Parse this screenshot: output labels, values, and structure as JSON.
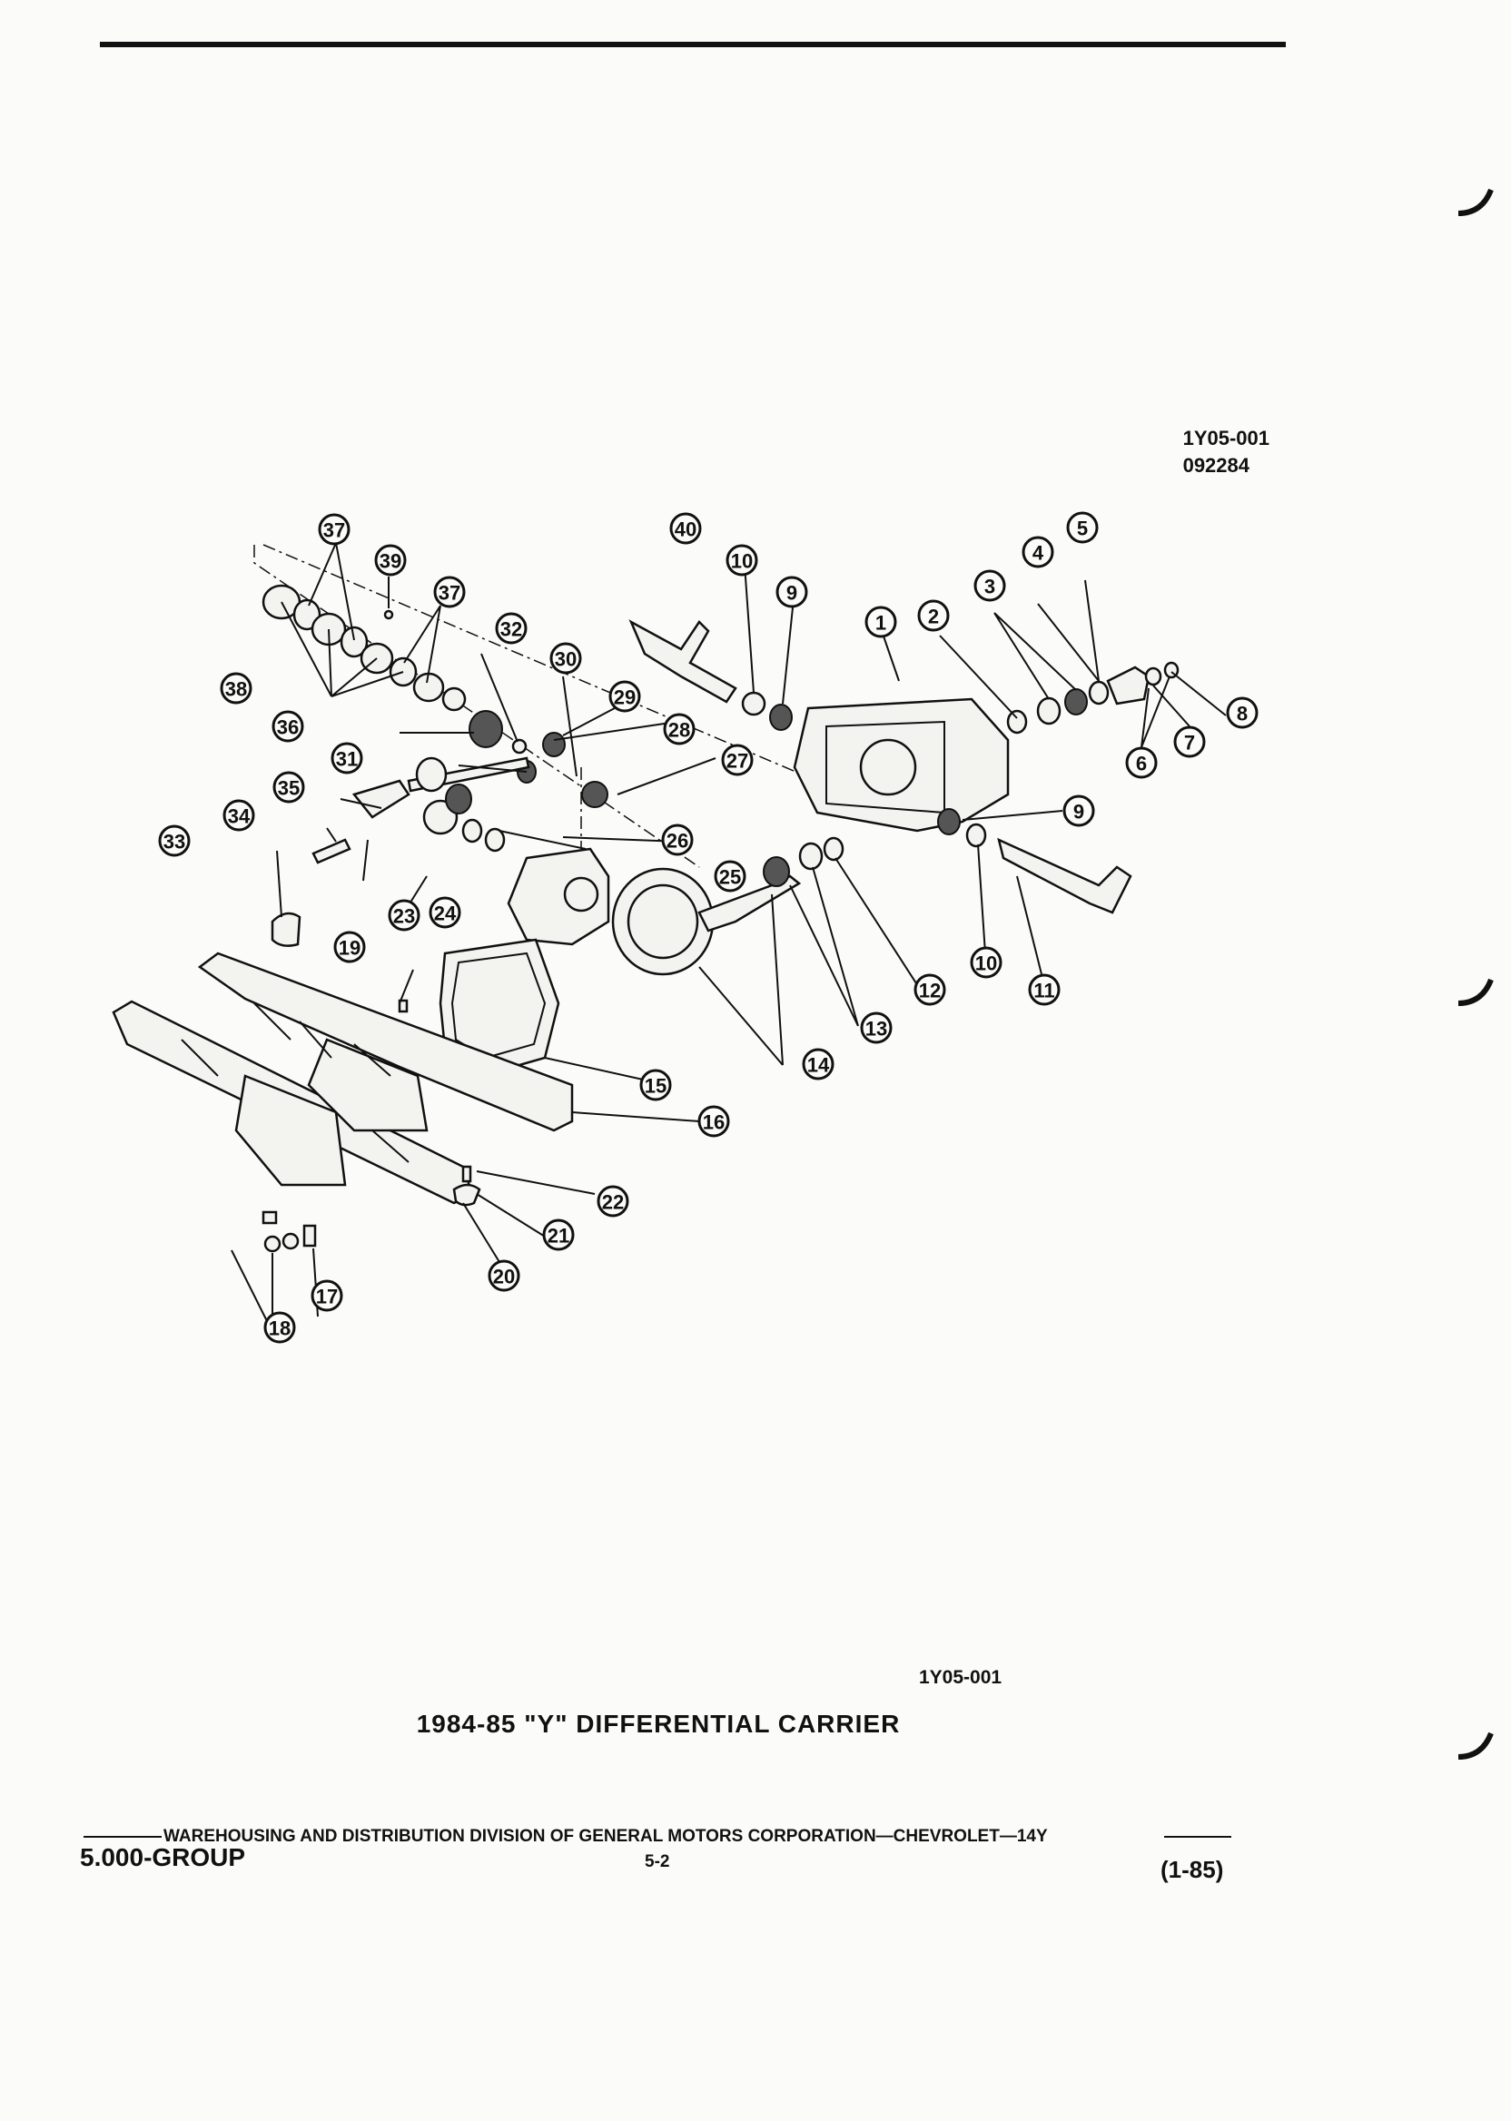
{
  "reference": {
    "code": "1Y05-001",
    "date": "092284"
  },
  "figure": {
    "code": "1Y05-001",
    "caption": "1984-85 \"Y\" DIFFERENTIAL CARRIER"
  },
  "callouts": [
    "1",
    "2",
    "3",
    "4",
    "5",
    "6",
    "7",
    "8",
    "9",
    "9",
    "10",
    "10",
    "11",
    "12",
    "13",
    "14",
    "15",
    "16",
    "17",
    "18",
    "19",
    "20",
    "21",
    "22",
    "23",
    "24",
    "25",
    "26",
    "27",
    "28",
    "29",
    "30",
    "31",
    "32",
    "33",
    "34",
    "35",
    "36",
    "37",
    "37",
    "38",
    "39",
    "40"
  ],
  "footer": {
    "division": "WAREHOUSING AND DISTRIBUTION  DIVISION OF GENERAL MOTORS CORPORATION—CHEVROLET—14Y",
    "group": "5.000-GROUP",
    "page": "5-2",
    "revision": "(1-85)"
  }
}
